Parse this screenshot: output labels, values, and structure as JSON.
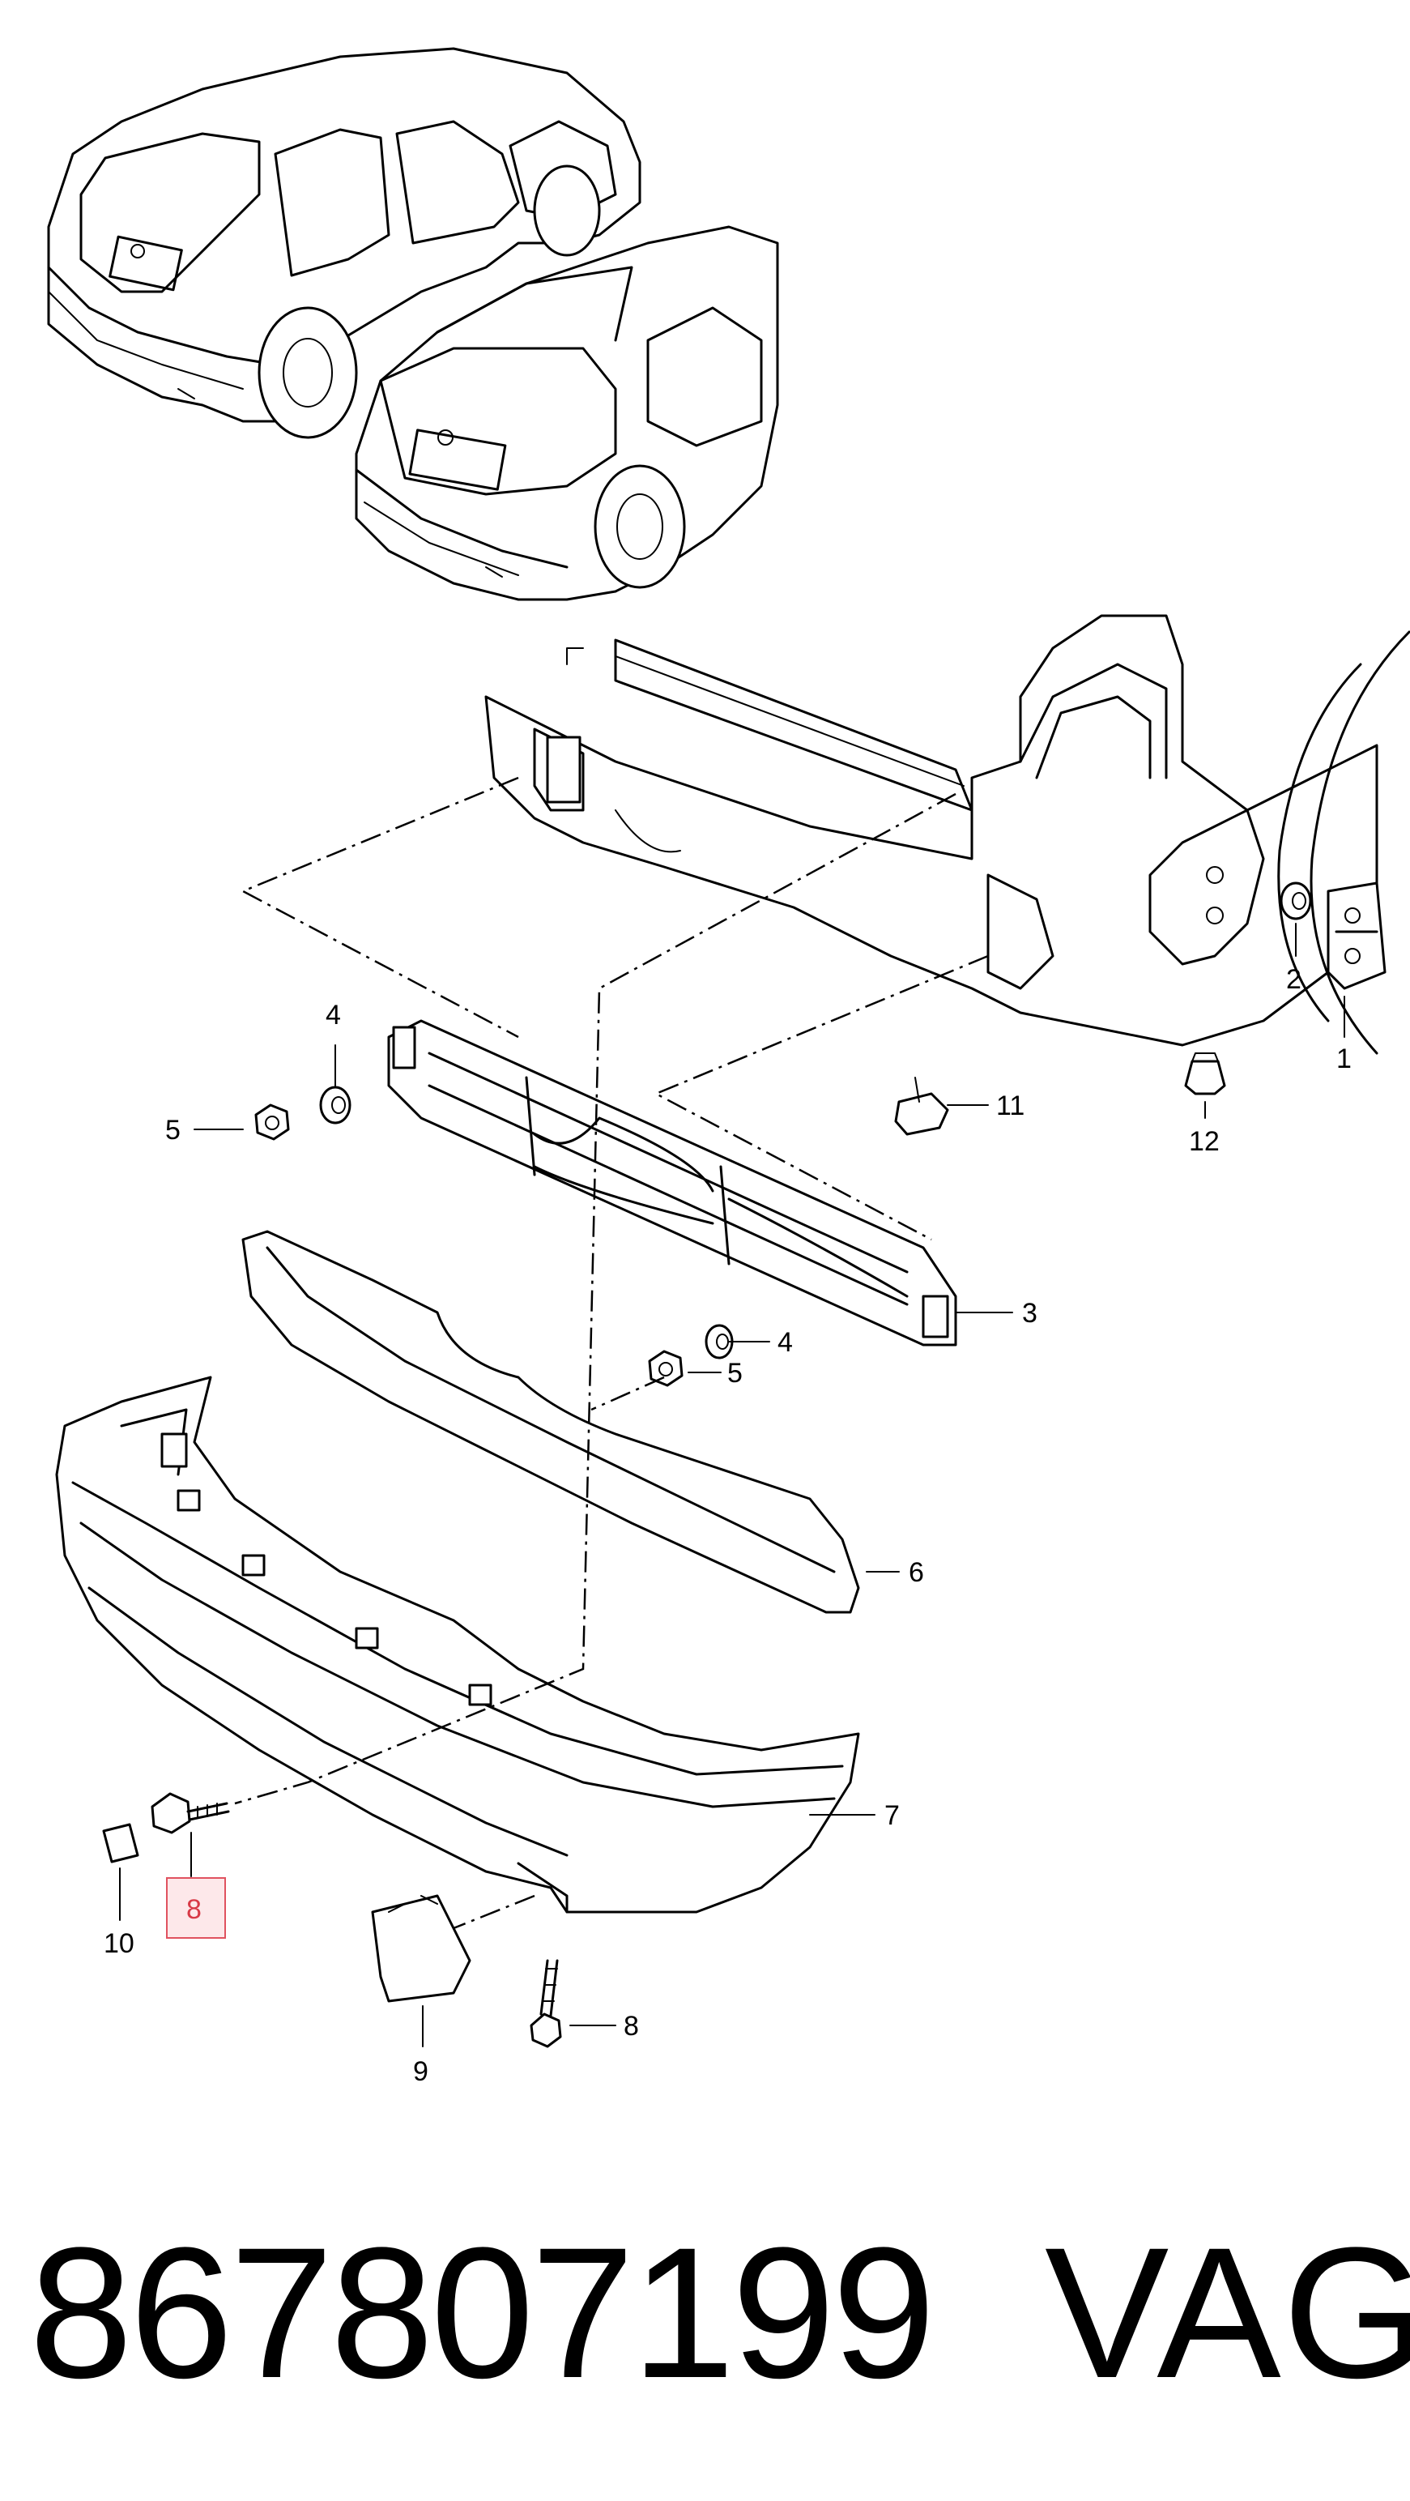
{
  "callouts": [
    {
      "id": "c1",
      "label": "1"
    },
    {
      "id": "c2",
      "label": "2"
    },
    {
      "id": "c3",
      "label": "3"
    },
    {
      "id": "c4a",
      "label": "4"
    },
    {
      "id": "c4b",
      "label": "4"
    },
    {
      "id": "c5a",
      "label": "5"
    },
    {
      "id": "c5b",
      "label": "5"
    },
    {
      "id": "c6",
      "label": "6"
    },
    {
      "id": "c7",
      "label": "7"
    },
    {
      "id": "c8a",
      "label": "8",
      "highlighted": true
    },
    {
      "id": "c8b",
      "label": "8"
    },
    {
      "id": "c9",
      "label": "9"
    },
    {
      "id": "c10",
      "label": "10"
    },
    {
      "id": "c11",
      "label": "11"
    },
    {
      "id": "c12",
      "label": "12"
    }
  ],
  "footer": {
    "part_number": "867807199",
    "brand": "VAG"
  },
  "colors": {
    "line": "#000000",
    "highlight_fill": "#fde8ea",
    "highlight_stroke": "#e0525f",
    "highlight_text": "#d83a47"
  }
}
